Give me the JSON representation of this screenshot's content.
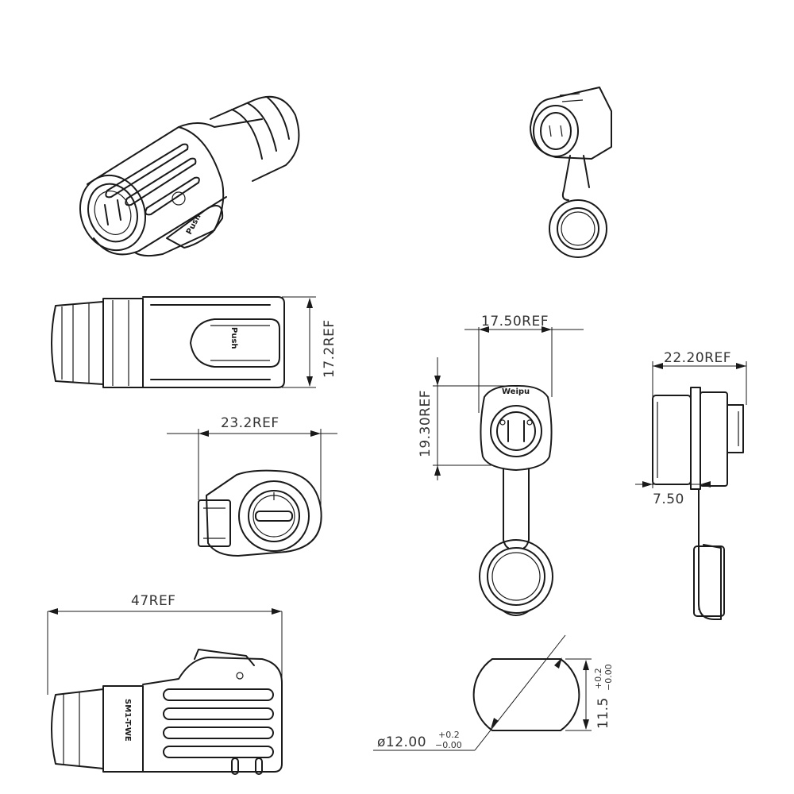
{
  "dimensions": {
    "plug_height": "17.2REF",
    "plug_face_width": "23.2REF",
    "plug_length": "47REF",
    "socket_width": "17.50REF",
    "socket_height": "19.30REF",
    "socket_depth": "22.20REF",
    "socket_flange": "7.50",
    "panel_cutout_diameter": "ø12.00",
    "panel_cutout_diameter_tol_plus": "+0.2",
    "panel_cutout_diameter_tol_minus": "−0.00",
    "panel_cutout_flat": "11.5",
    "panel_cutout_flat_tol_plus": "+0.2",
    "panel_cutout_flat_tol_minus": "−0.00"
  },
  "markings": {
    "push_label": "Push",
    "model_label": "SM1-T-WE",
    "cap_logo": "Weipu"
  }
}
